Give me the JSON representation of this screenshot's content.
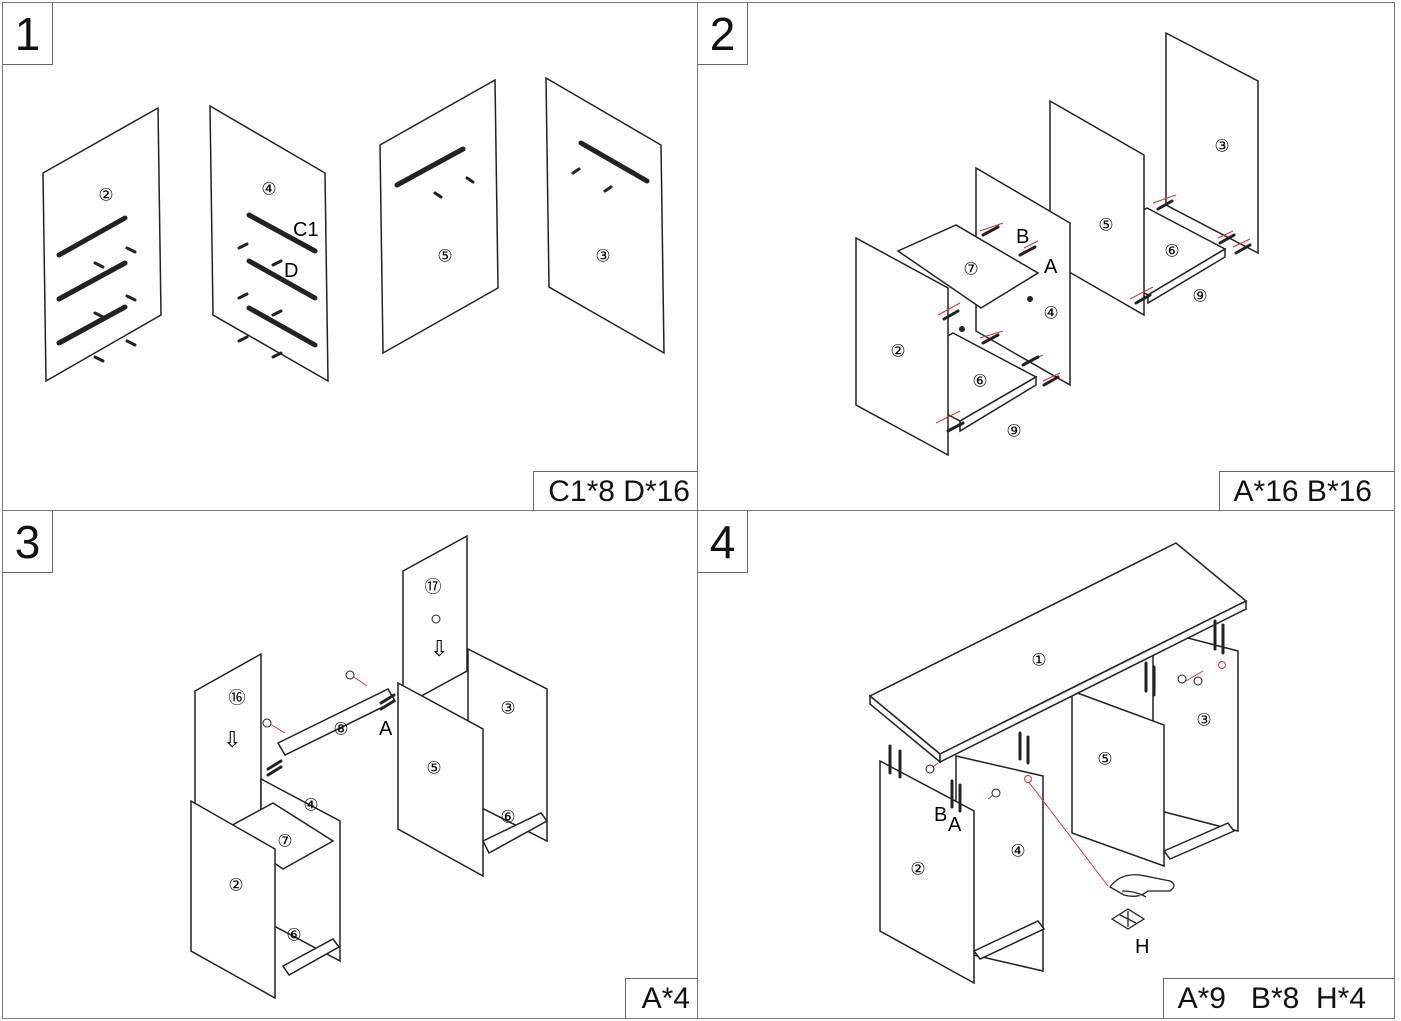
{
  "steps": [
    {
      "number": "1",
      "hardware": "C1*8   D*16"
    },
    {
      "number": "2",
      "hardware": "A*16  B*16"
    },
    {
      "number": "3",
      "hardware": "A*4"
    },
    {
      "number": "4",
      "hardware": "A*9   B*8  H*4"
    }
  ],
  "parts": {
    "p1": "①",
    "p2": "②",
    "p3": "③",
    "p4": "④",
    "p5": "⑤",
    "p6": "⑥",
    "p7": "⑦",
    "p8": "⑧",
    "p9": "⑨",
    "p16": "⑯",
    "p17": "⑰"
  },
  "labels": {
    "c1": "C1",
    "d": "D",
    "a": "A",
    "b": "B",
    "h": "H"
  }
}
